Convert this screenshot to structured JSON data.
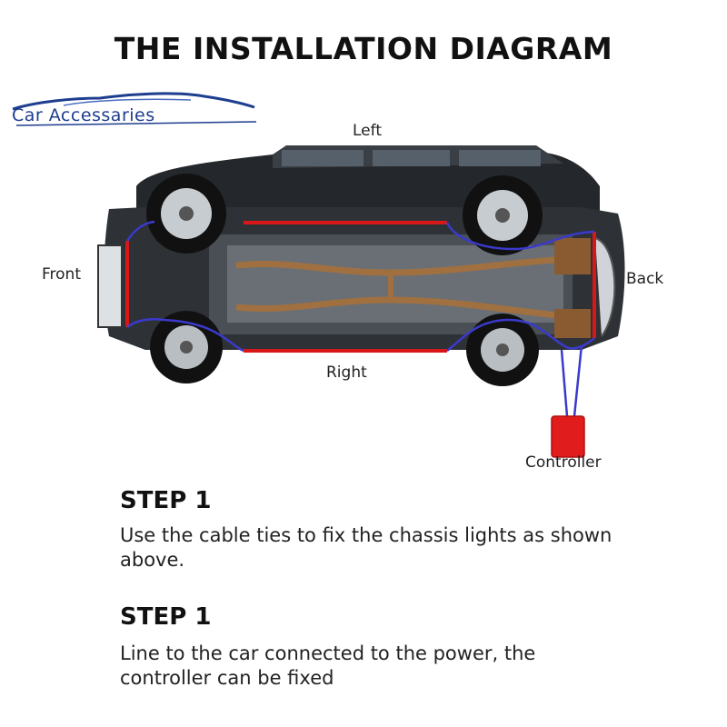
{
  "title": "THE INSTALLATION DIAGRAM",
  "logo": {
    "text": "Car Accessaries",
    "color": "#1d3d8f"
  },
  "diagram": {
    "labels": {
      "left": "Left",
      "right": "Right",
      "front": "Front",
      "back": "Back",
      "controller": "Controller"
    },
    "colors": {
      "light_strip": "#d81818",
      "wire": "#3a3acc",
      "controller": "#e01c1c",
      "car_body": "#1f2226"
    }
  },
  "steps": [
    {
      "title": "STEP 1",
      "text": "Use the cable ties to fix the chassis lights as shown above."
    },
    {
      "title": "STEP 1",
      "text": "Line to the car connected to the power, the controller can be fixed"
    }
  ]
}
